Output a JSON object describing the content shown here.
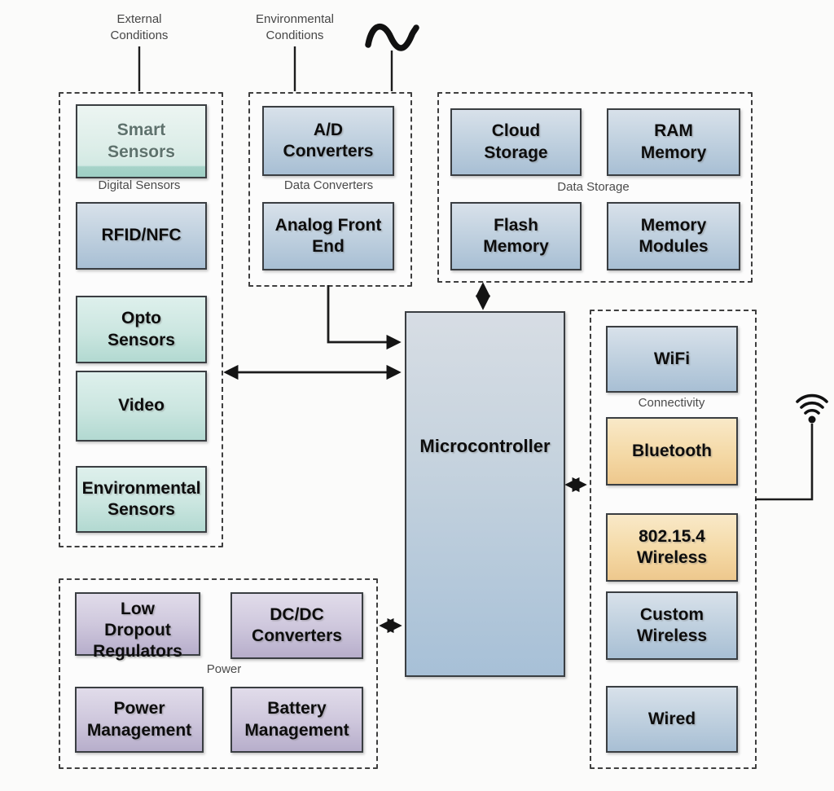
{
  "annotations": {
    "external_conditions": "External\nConditions",
    "environmental_conditions": "Environmental\nConditions"
  },
  "central": {
    "microcontroller": "Microcontroller"
  },
  "groups": {
    "digital_sensors": {
      "label": "Digital Sensors",
      "boxes": {
        "smart": "Smart\nSensors",
        "rfid": "RFID/NFC",
        "opto": "Opto\nSensors",
        "video": "Video",
        "environmental": "Environmental\nSensors"
      }
    },
    "data_converters": {
      "label": "Data Converters",
      "boxes": {
        "adc": "A/D\nConverters",
        "afe": "Analog Front\nEnd"
      }
    },
    "data_storage": {
      "label": "Data Storage",
      "boxes": {
        "cloud": "Cloud\nStorage",
        "ram": "RAM\nMemory",
        "flash": "Flash\nMemory",
        "modules": "Memory\nModules"
      }
    },
    "connectivity": {
      "label": "Connectivity",
      "boxes": {
        "wifi": "WiFi",
        "bluetooth": "Bluetooth",
        "wireless_802154": "802.15.4\nWireless",
        "custom_wireless": "Custom\nWireless",
        "wired": "Wired"
      }
    },
    "power": {
      "label": "Power",
      "boxes": {
        "ldo": "Low\nDropout\nRegulators",
        "dcdc": "DC/DC\nConverters",
        "power_mgmt": "Power\nManagement",
        "battery_mgmt": "Battery\nManagement"
      }
    }
  },
  "icons": {
    "sine_wave": "sine-wave-icon",
    "wifi_antenna": "wifi-antenna-icon"
  },
  "colors": {
    "box_blue": "#b9cdde",
    "box_teal": "#c9e4de",
    "box_orange": "#f3d9a8",
    "box_purple": "#cfc8dd",
    "smart_sensor_teal": "#d8ece7",
    "microcontroller_blue": "#b7cbdd",
    "line": "#1c1c1c",
    "dashed_border": "#3f3f3f",
    "label_gray": "#4b4b4b"
  }
}
